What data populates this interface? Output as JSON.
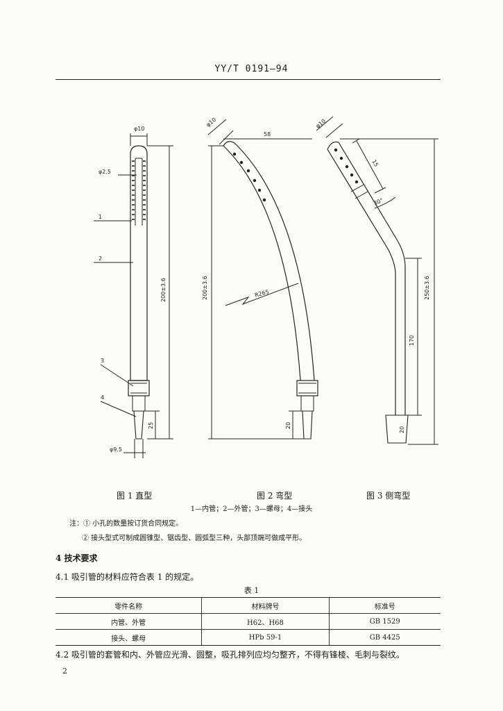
{
  "header": {
    "standard_no": "YY/T 0191—94"
  },
  "figures": {
    "fig1": {
      "caption": "图 1   直型",
      "dia_top": "φ10",
      "hole_dia": "φ2.5",
      "length": "200±3.6",
      "tip_len": "25",
      "tip_dia": "φ9.5",
      "callouts": [
        "1",
        "2",
        "3",
        "4"
      ]
    },
    "fig2": {
      "caption": "图 2   弯型",
      "dia_top": "φ10",
      "width": "58",
      "radius": "R265",
      "length": "200±3.6",
      "tip_len": "20"
    },
    "fig3": {
      "caption": "图 3   侧弯型",
      "dia_top": "φ10",
      "seg_len": "15",
      "angle": "30°",
      "length": "250±3.6",
      "lower_len": "170",
      "tip_len": "20"
    }
  },
  "legend": "1—内管；2—外管；3—螺母；4—接头",
  "notes": [
    "注：① 小孔的数量按订货合同规定。",
    "② 接头型式可制成圆锥型、锯齿型、圆弧型三种，头部顶端可做成平形。"
  ],
  "section4": {
    "title": "4   技术要求",
    "p41": "4.1   吸引管的材料应符合表 1 的规定。"
  },
  "table1": {
    "caption": "表 1",
    "headers": [
      "零件名称",
      "材料牌号",
      "标准号"
    ],
    "rows": [
      [
        "内管、外管",
        "H62、H68",
        "GB 1529"
      ],
      [
        "接头、螺母",
        "HPb 59-1",
        "GB 4425"
      ]
    ]
  },
  "p42": "4.2   吸引管的套管和内、外管应光滑、圆整，吸孔排列应均匀整齐，不得有锋棱、毛刺与裂纹。",
  "page_number": "2"
}
